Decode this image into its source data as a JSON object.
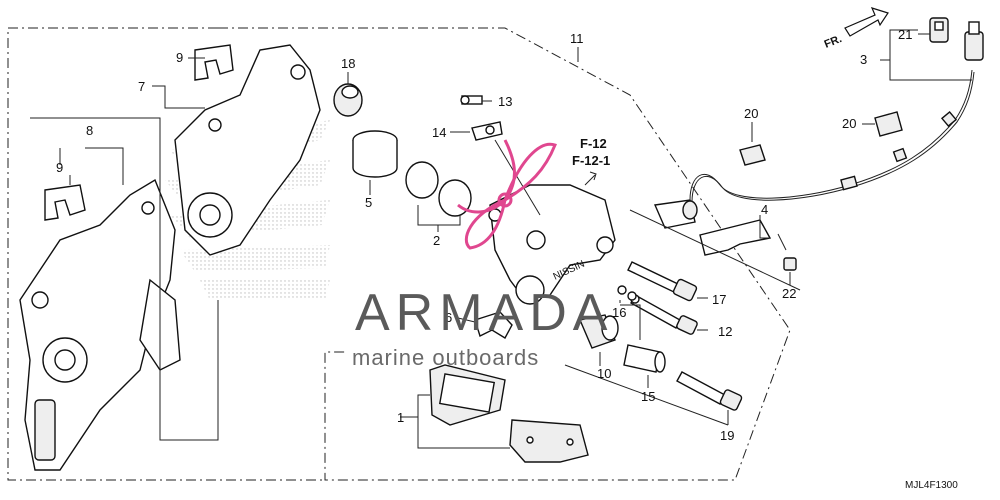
{
  "diagram": {
    "callouts": {
      "c1": "1",
      "c2": "2",
      "c3": "3",
      "c4": "4",
      "c5": "5",
      "c6": "6",
      "c7": "7",
      "c8": "8",
      "c9a": "9",
      "c9b": "9",
      "c10": "10",
      "c11": "11",
      "c12": "12",
      "c13": "13",
      "c14": "14",
      "c15": "15",
      "c16": "16",
      "c17": "17",
      "c18": "18",
      "c19": "19",
      "c20a": "20",
      "c20b": "20",
      "c21": "21",
      "c22": "22"
    },
    "references": [
      "F-12",
      "F-12-1"
    ],
    "direction_label": "FR.",
    "diagram_code": "MJL4F1300",
    "caliper_marking": "NISSIN"
  },
  "watermark": {
    "brand": "ARMADA",
    "tagline": "marine outboards",
    "accent_color": "#e0478f"
  },
  "colors": {
    "line": "#222222",
    "accent": "#e0478f",
    "text_gray": "#5a5a5a"
  }
}
